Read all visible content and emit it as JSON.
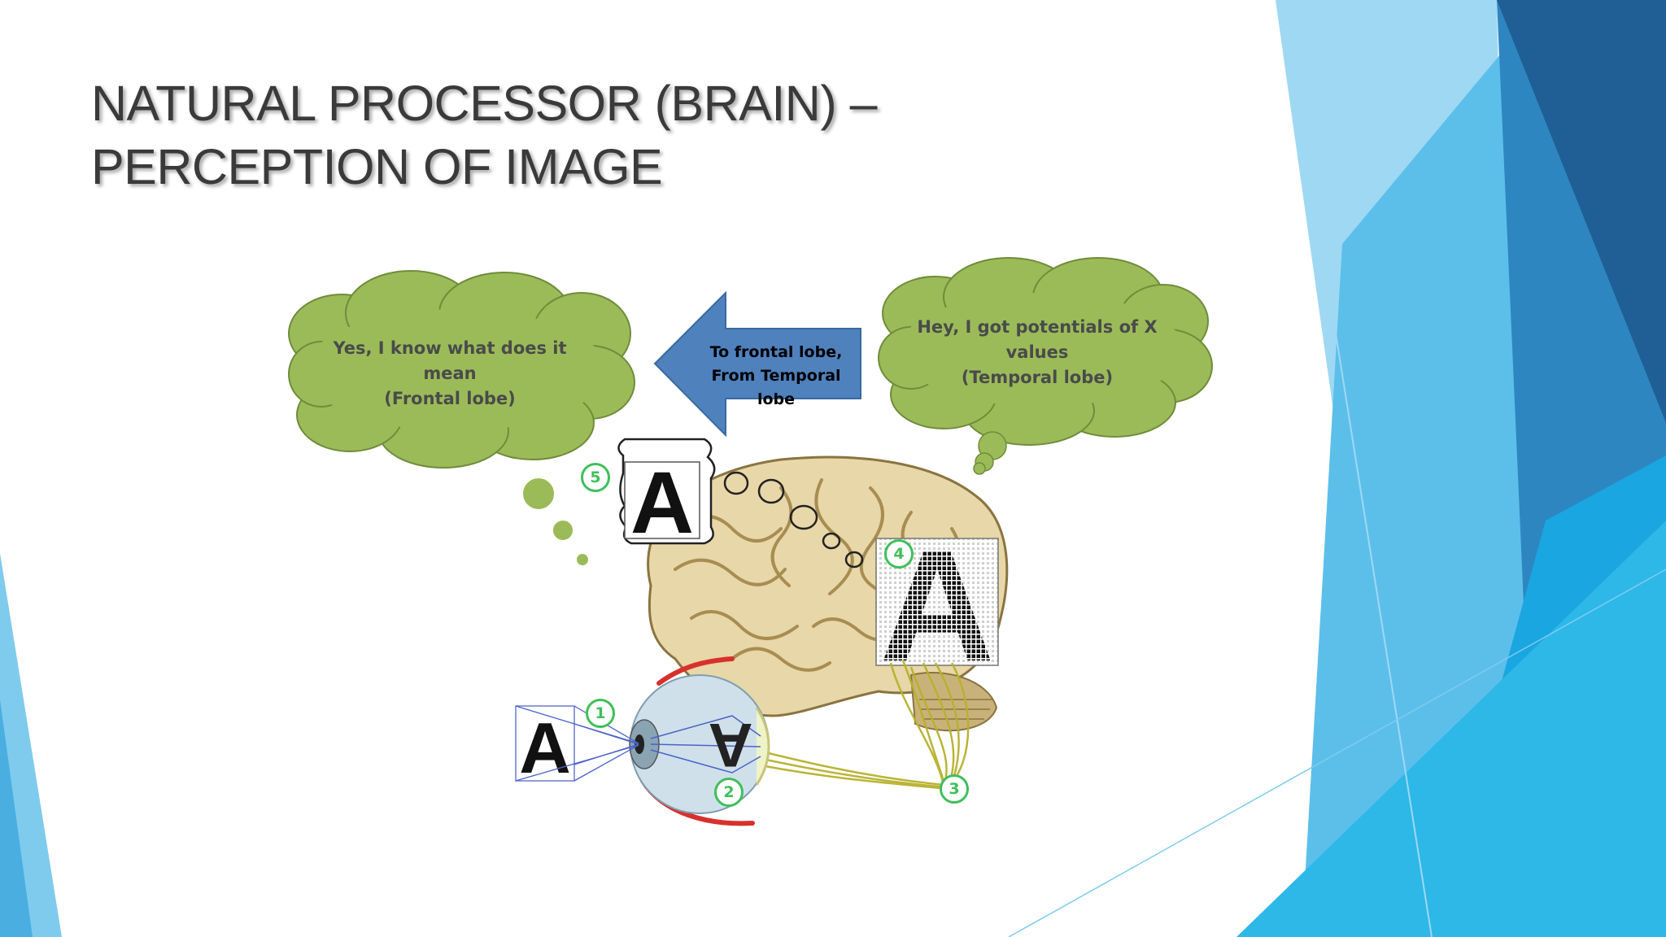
{
  "slide": {
    "title": "NATURAL PROCESSOR (BRAIN) –\nPERCEPTION OF IMAGE"
  },
  "diagram": {
    "frontal_cloud": {
      "text": "Yes, I know what does it\nmean\n(Frontal lobe)"
    },
    "temporal_cloud": {
      "text": "Hey, I got potentials of X\nvalues\n(Temporal lobe)"
    },
    "arrow": {
      "text": "To frontal lobe,\nFrom Temporal lobe"
    },
    "letter": "A",
    "steps": [
      "1",
      "2",
      "3",
      "4",
      "5"
    ]
  },
  "colors": {
    "cloud_fill": "#9bbb59",
    "cloud_stroke": "#6f8c3a",
    "arrow_fill": "#4f81bd",
    "step_green": "#3fbf5a",
    "brain_fill": "#e8d7a8",
    "nerve_yellow": "#b7b12e",
    "eye_red": "#d8312c",
    "accent_blue": "#1f8fd0"
  }
}
